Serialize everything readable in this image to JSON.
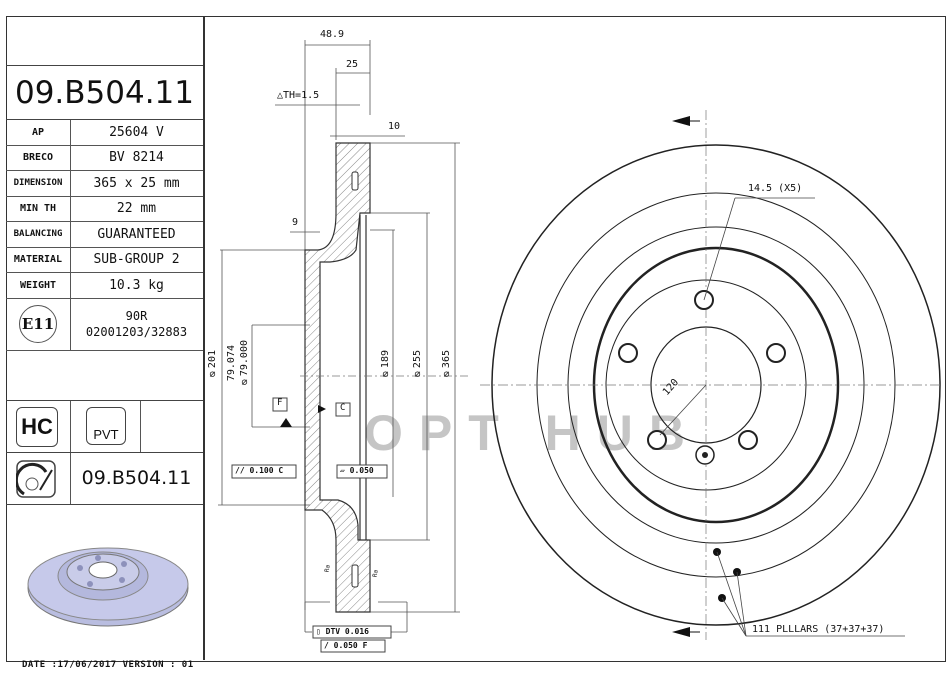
{
  "title_block": {
    "part_number": "09.B504.11",
    "rows": [
      {
        "label": "AP",
        "value": "25604 V"
      },
      {
        "label": "BRECO",
        "value": "BV 8214"
      },
      {
        "label": "DIMENSION",
        "value": "365 x 25 mm"
      },
      {
        "label": "MIN TH",
        "value": "22 mm"
      },
      {
        "label": "BALANCING",
        "value": "GUARANTEED"
      },
      {
        "label": "MATERIAL",
        "value": "SUB-GROUP 2"
      },
      {
        "label": "WEIGHT",
        "value": "10.3 kg"
      }
    ],
    "approval_mark": "E11",
    "approval_line1": "90R",
    "approval_line2": "02001203/32883",
    "hc_badge": "HC",
    "pvt_badge": "PVT",
    "part_number_repeat": "09.B504.11"
  },
  "section_view": {
    "dim_overall_width": "48.9",
    "dim_thickness": "25",
    "delta_th": "△TH=1.5",
    "dim_10": "10",
    "dim_9": "9",
    "dia_201": "⌀201",
    "dia_hub_max": "79.074",
    "dia_hub_min": "⌀79.000",
    "dia_189": "⌀189",
    "dia_255": "⌀255",
    "dia_365": "⌀365",
    "datum_f": "F",
    "datum_c": "C",
    "parallelism_tol": "0.100",
    "parallelism_ref": "C",
    "flatness_tol": "0.050",
    "dtv_label": "DTV 0.016",
    "runout_tol": "0.050",
    "runout_ref": "F",
    "roughness_left": "Ra",
    "roughness_right": "Ra"
  },
  "front_view": {
    "hole_note": "14.5 (X5)",
    "bolt_circle": "120",
    "pillars_note": "111 PLLLARS (37+37+37)"
  },
  "watermark": "OPT HUB",
  "footer": "DATE :17/06/2017 VERSION : 01"
}
